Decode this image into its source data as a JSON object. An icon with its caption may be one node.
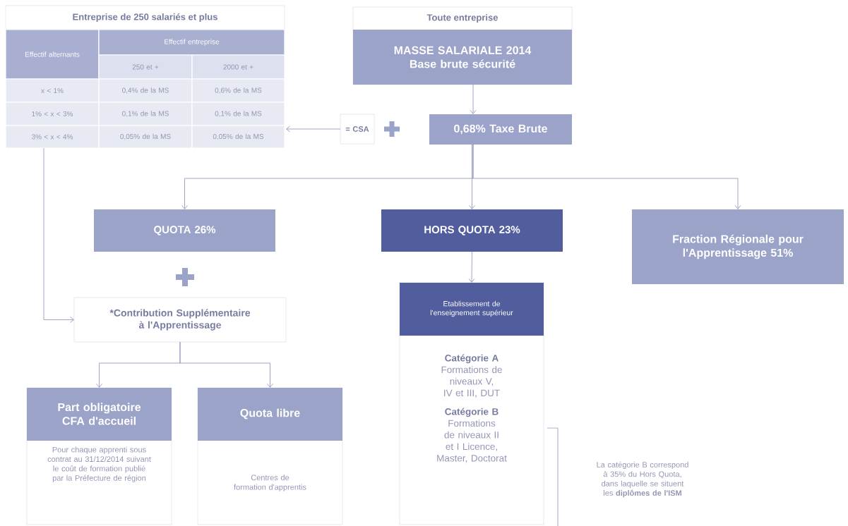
{
  "diagram": {
    "nodes": [
      {
        "text": [
          "Entreprise de 250 salariés et plus"
        ]
      },
      {
        "text": [
          "Toute entreprise",
          "MASSE SALARIALE 2014 Base brute sécurité"
        ]
      },
      {
        "text": [
          "0,68% Taxe Brute"
        ]
      },
      {
        "text": [
          "= CSA"
        ]
      },
      {
        "text": [
          "QUOTA 26%"
        ]
      },
      {
        "text": [
          "HORS QUOTA 23%"
        ]
      },
      {
        "text": [
          "Fraction Régionale pour l'Apprentissage 51%"
        ]
      },
      {
        "text": [
          "*Contribution Supplémentaire à l'Apprentissage"
        ]
      },
      {
        "text": [
          "Etablissement de l'enseignement supérieur",
          "Catégorie A",
          "Formations de niveaux V, IV et III, DUT",
          "Catégorie B",
          "Formations de niveaux II et I Licence, Master, Doctorat"
        ]
      },
      {
        "text": [
          "Part obligatoire CFA d'accueil",
          "Pour chaque apprenti sous contrat au 31/12/2014 suivant le coût de formation publié par la Préfecture de région"
        ]
      },
      {
        "text": [
          "Quota libre",
          "Centres de formation d'apprentis"
        ]
      }
    ],
    "edges": [
      {
        "from": 1,
        "to": 2,
        "arrow": "to"
      },
      {
        "from": 3,
        "to": 0,
        "arrow": "to"
      },
      {
        "from": 2,
        "to": 4,
        "arrow": "to"
      },
      {
        "from": 2,
        "to": 5,
        "arrow": "to"
      },
      {
        "from": 2,
        "to": 6,
        "arrow": "to"
      },
      {
        "from": 0,
        "to": 7,
        "arrow": "to"
      },
      {
        "from": 5,
        "to": 8,
        "arrow": "to"
      },
      {
        "from": 7,
        "to": 9,
        "arrow": "to"
      },
      {
        "from": 7,
        "to": 10,
        "arrow": "to"
      }
    ],
    "labels": [
      "Effectif alternants",
      "Effectif entreprise",
      "250 et +",
      "2000 et +",
      "x < 1%",
      "0,4% de la MS",
      "0,6% de la MS",
      "1% < x < 3%",
      "0,1% de la MS",
      "0,1% de la MS",
      "3% < x < 4%",
      "0,05% de la MS",
      "0,05% de la MS",
      "La catégorie B correspond à 35% du Hors Quota, dans laquelle se situent les **diplômes de l'ISM**"
    ]
  }
}
